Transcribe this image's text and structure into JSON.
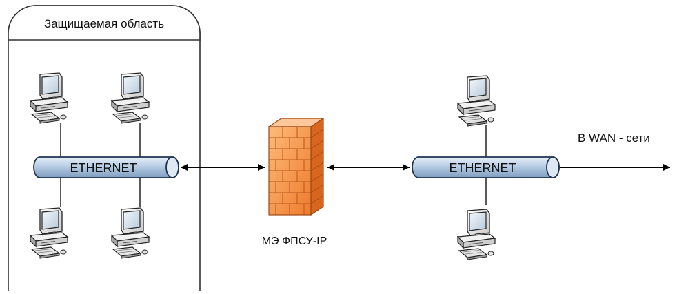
{
  "zone": {
    "title": "Защищаемая область"
  },
  "left_bus": {
    "label": "ETHERNET"
  },
  "right_bus": {
    "label": "ETHERNET"
  },
  "firewall": {
    "label": "МЭ ФПСУ-IP"
  },
  "wan": {
    "label": "В WAN - сети"
  },
  "icons": {
    "workstation": "desktop-computer-icon",
    "firewall": "brick-firewall-icon"
  },
  "colors": {
    "bus_fill": "#b7cde4",
    "bus_stroke": "#1f3550",
    "firewall": "#f0883a",
    "monitor_screen": "#d2e0ec",
    "zone_stroke": "#333333"
  }
}
